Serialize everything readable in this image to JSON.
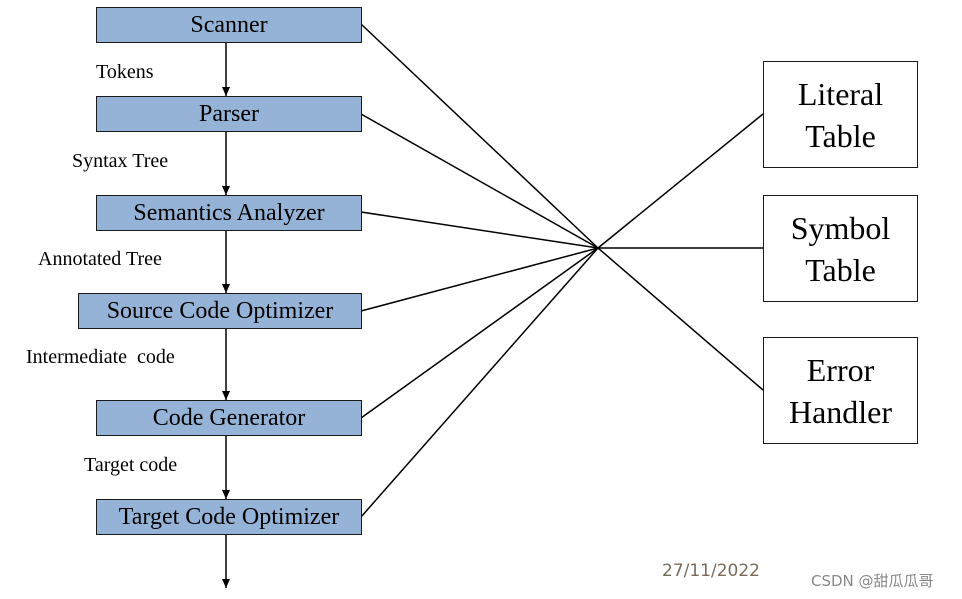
{
  "phases": [
    {
      "label": "Scanner"
    },
    {
      "label": "Parser"
    },
    {
      "label": "Semantics Analyzer"
    },
    {
      "label": "Source Code Optimizer"
    },
    {
      "label": "Code Generator"
    },
    {
      "label": "Target Code Optimizer"
    }
  ],
  "edge_labels": [
    "Tokens",
    "Syntax Tree",
    "Annotated Tree",
    "Intermediate  code",
    "Target code"
  ],
  "tables": [
    {
      "line1": "Literal",
      "line2": "Table"
    },
    {
      "line1": "Symbol",
      "line2": "Table"
    },
    {
      "line1": "Error",
      "line2": "Handler"
    }
  ],
  "footer": {
    "date": "27/11/2022",
    "watermark": "CSDN @甜瓜瓜哥"
  },
  "colors": {
    "phase_fill": "#95b3d7",
    "line": "#000000"
  }
}
